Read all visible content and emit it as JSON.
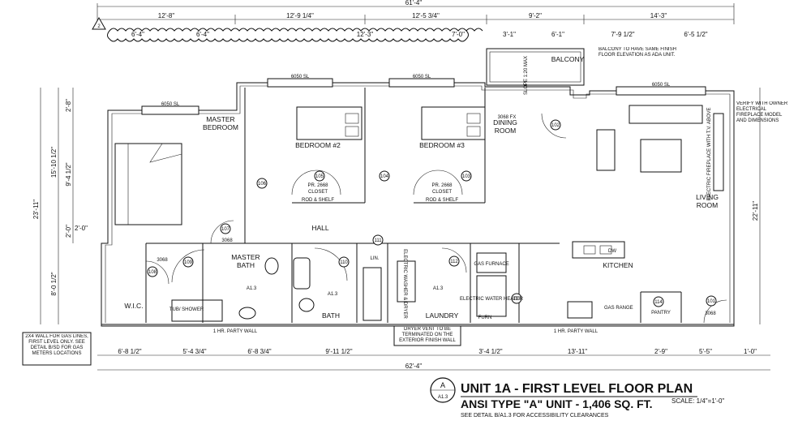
{
  "top_dims": {
    "overall": "61'-4\"",
    "row1": [
      "12'-8\"",
      "12'-9 1/4\"",
      "12'-5 3/4\"",
      "9'-2\"",
      "14'-3\""
    ],
    "row2": [
      "6'-4\"",
      "6'-4\"",
      "12'-3\"",
      "7'-0\"",
      "3'-1\"",
      "6'-1\"",
      "7'-9 1/2\"",
      "6'-5 1/2\""
    ]
  },
  "left_dims": [
    "23'-11\"",
    "15'-10 1/2\"",
    "8'-0 1/2\"",
    "2'-8\"",
    "9'-4 1/2\"",
    "2'-0\"",
    "2'-0\""
  ],
  "right_dims": [
    "22'-11\""
  ],
  "bottom_dims": {
    "row1": [
      "6'-8 1/2\"",
      "5'-4 3/4\"",
      "6'-8 3/4\"",
      "9'-11 1/2\"",
      "3'-4 1/2\"",
      "13'-11\"",
      "2'-9\"",
      "5'-5\"",
      "1'-0\""
    ],
    "overall": "62'-4\""
  },
  "rooms": {
    "master_bedroom": [
      "MASTER",
      "BEDROOM"
    ],
    "bedroom2": "BEDROOM #2",
    "bedroom3": "BEDROOM #3",
    "dining": [
      "DINING",
      "ROOM"
    ],
    "balcony": "BALCONY",
    "living": [
      "LIVING",
      "ROOM"
    ],
    "kitchen": "KITCHEN",
    "hall": "HALL",
    "master_bath": [
      "MASTER",
      "BATH"
    ],
    "bath": "BATH",
    "laundry": "LAUNDRY",
    "wic": "W.I.C.",
    "pantry": "PANTRY",
    "lin": "LIN."
  },
  "windows": [
    "6050 SL",
    "6050 SL",
    "6050 SL",
    "6050 SL"
  ],
  "doors": [
    "105",
    "104",
    "103",
    "106",
    "107",
    "108",
    "109",
    "110",
    "111",
    "112",
    "113",
    "114",
    "101",
    "102"
  ],
  "labels": {
    "closet": "CLOSET",
    "rod_shelf": "ROD & SHELF",
    "pr2668": "PR. 2668",
    "d3068": "3068",
    "d3068fx": "3068 FX",
    "party_wall": "1 HR. PARTY WALL",
    "dw": "DW",
    "gas_range": "GAS RANGE",
    "gas_furnace": "GAS FURNACE",
    "water_heater": "ELECTRIC WATER HEATER",
    "furn": "FURN",
    "tub_shower": "TUB/ SHOWER",
    "washer": "ELECTRIC WASHER & DRYER",
    "a13": "A1.3",
    "slope": "SLOPE 1:20 MAX",
    "two": "2"
  },
  "notes": {
    "balcony": "BALCONY TO HAVE SAME FINISH FLOOR ELEVATION AS ADA UNIT.",
    "fireplace": "VERIFY WITH OWNER ELECTRICAL FIREPLACE MODEL AND DIMENSIONS",
    "fireplace_label": "ELECTRIC FIREPLACE WITH T.V. ABOVE",
    "wall_2x4": "2X4 WALL FOR GAS LINES, FIRST LEVEL ONLY. SEE DETAIL B/SD FOR GAS METERS LOCATIONS",
    "dryer": "DRYER VENT TO BE TERMINATED ON THE EXTERIOR FINISH WALL"
  },
  "title_block": {
    "detail_letter": "A",
    "detail_sheet": "A1.3",
    "title": "UNIT 1A - FIRST LEVEL FLOOR PLAN",
    "subtitle": "ANSI TYPE \"A\" UNIT - 1,406 SQ. FT.",
    "see_detail": "SEE DETAIL B/A1.3 FOR ACCESSIBILITY CLEARANCES",
    "scale": "SCALE: 1/4\"=1'-0\""
  }
}
